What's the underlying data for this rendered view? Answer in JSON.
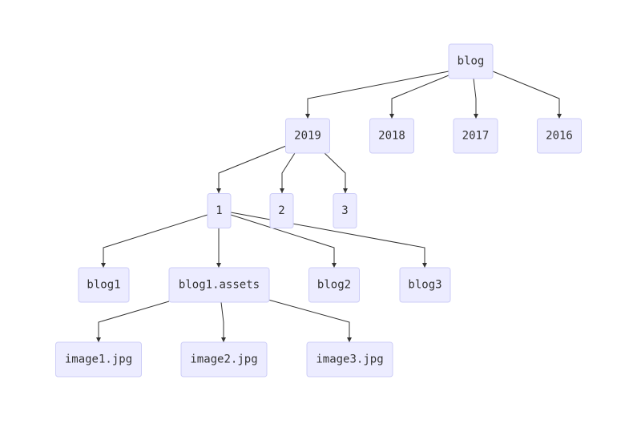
{
  "diagram": {
    "type": "tree",
    "root": "blog",
    "nodes": [
      {
        "id": "blog",
        "label": "blog"
      },
      {
        "id": "y2019",
        "label": "2019"
      },
      {
        "id": "y2018",
        "label": "2018"
      },
      {
        "id": "y2017",
        "label": "2017"
      },
      {
        "id": "y2016",
        "label": "2016"
      },
      {
        "id": "m1",
        "label": "1"
      },
      {
        "id": "m2",
        "label": "2"
      },
      {
        "id": "m3",
        "label": "3"
      },
      {
        "id": "blog1",
        "label": "blog1"
      },
      {
        "id": "blog1assets",
        "label": "blog1.assets"
      },
      {
        "id": "blog2",
        "label": "blog2"
      },
      {
        "id": "blog3",
        "label": "blog3"
      },
      {
        "id": "img1",
        "label": "image1.jpg"
      },
      {
        "id": "img2",
        "label": "image2.jpg"
      },
      {
        "id": "img3",
        "label": "image3.jpg"
      }
    ],
    "edges": [
      {
        "from": "blog",
        "to": "y2019"
      },
      {
        "from": "blog",
        "to": "y2018"
      },
      {
        "from": "blog",
        "to": "y2017"
      },
      {
        "from": "blog",
        "to": "y2016"
      },
      {
        "from": "y2019",
        "to": "m1"
      },
      {
        "from": "y2019",
        "to": "m2"
      },
      {
        "from": "y2019",
        "to": "m3"
      },
      {
        "from": "m1",
        "to": "blog1"
      },
      {
        "from": "m1",
        "to": "blog1assets"
      },
      {
        "from": "m1",
        "to": "blog2"
      },
      {
        "from": "m1",
        "to": "blog3"
      },
      {
        "from": "blog1assets",
        "to": "img1"
      },
      {
        "from": "blog1assets",
        "to": "img2"
      },
      {
        "from": "blog1assets",
        "to": "img3"
      }
    ],
    "colors": {
      "node_fill": "#ececff",
      "node_border": "#cdcdf7",
      "edge": "#333333",
      "text": "#333333",
      "background": "#ffffff"
    }
  }
}
